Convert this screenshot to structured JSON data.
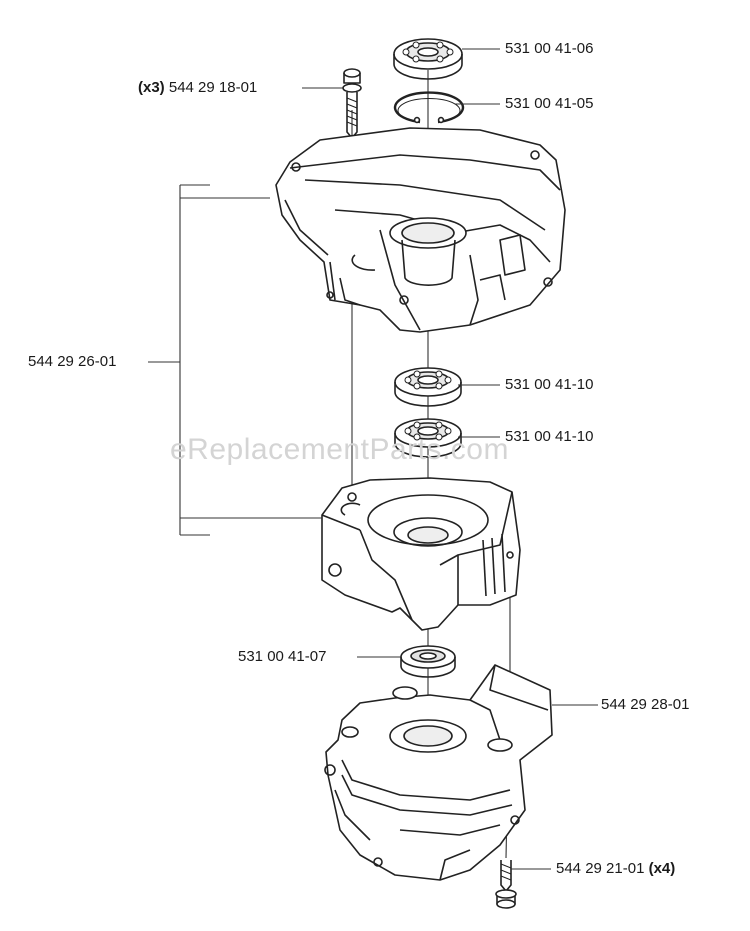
{
  "watermark": "eReplacementParts.com",
  "callouts": [
    {
      "id": "bearing-top",
      "part": "531 00 41-06",
      "qty": ""
    },
    {
      "id": "circlip",
      "part": "531 00 41-05",
      "qty": ""
    },
    {
      "id": "screw-top",
      "part": "544 29 18-01",
      "qty": "(x3)"
    },
    {
      "id": "crankcase-assembly",
      "part": "544 29 26-01",
      "qty": ""
    },
    {
      "id": "bearing-mid-1",
      "part": "531 00 41-10",
      "qty": ""
    },
    {
      "id": "bearing-mid-2",
      "part": "531 00 41-10",
      "qty": ""
    },
    {
      "id": "bearing-lower",
      "part": "531 00 41-07",
      "qty": ""
    },
    {
      "id": "gear-housing",
      "part": "544 29 28-01",
      "qty": ""
    },
    {
      "id": "screw-bottom",
      "part": "544 29 21-01",
      "qty": "(x4)"
    }
  ]
}
